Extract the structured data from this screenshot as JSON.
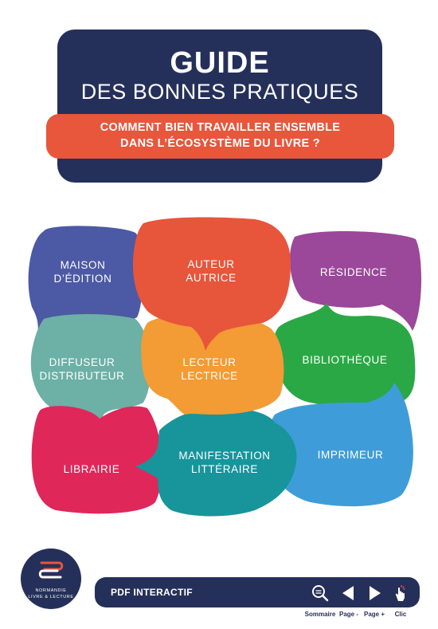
{
  "header": {
    "title": "GUIDE",
    "subtitle": "DES BONNES PRATIQUES",
    "question_line1": "COMMENT BIEN TRAVAILLER ENSEMBLE",
    "question_line2": "DANS L’ÉCOSYSTÈME DU LIVRE ?"
  },
  "bubbles": {
    "maison": {
      "line1": "MAISON",
      "line2": "D’ÉDITION"
    },
    "auteur": {
      "line1": "AUTEUR",
      "line2": "AUTRICE"
    },
    "residence": {
      "line1": "RÉSIDENCE"
    },
    "diffuseur": {
      "line1": "DIFFUSEUR",
      "line2": "DISTRIBUTEUR"
    },
    "lecteur": {
      "line1": "LECTEUR",
      "line2": "LECTRICE"
    },
    "bibliotheque": {
      "line1": "BIBLIOTHÈQUE"
    },
    "librairie": {
      "line1": "LIBRAIRIE"
    },
    "manifestation": {
      "line1": "MANIFESTATION",
      "line2": "LITTÉRAIRE"
    },
    "imprimeur": {
      "line1": "IMPRIMEUR"
    }
  },
  "colors": {
    "navy": "#25305a",
    "orange_red": "#e8563b",
    "maison": "#4c59a4",
    "auteur": "#e7553b",
    "residence": "#9b479a",
    "diffuseur": "#6cb0a6",
    "lecteur": "#f39b34",
    "bibliotheque": "#2aa845",
    "librairie": "#e0275a",
    "manifestation": "#17959b",
    "imprimeur": "#3e9dd8"
  },
  "logo": {
    "line1": "NORMANDIE",
    "line2": "LIVRE & LECTURE"
  },
  "toolbar": {
    "label": "PDF INTERACTIF",
    "icons": [
      "search-icon",
      "arrow-left-icon",
      "arrow-right-icon",
      "hand-click-icon"
    ],
    "captions": {
      "sommaire": "Sommaire",
      "prev": "Page -",
      "next": "Page +",
      "clic": "Clic"
    }
  }
}
